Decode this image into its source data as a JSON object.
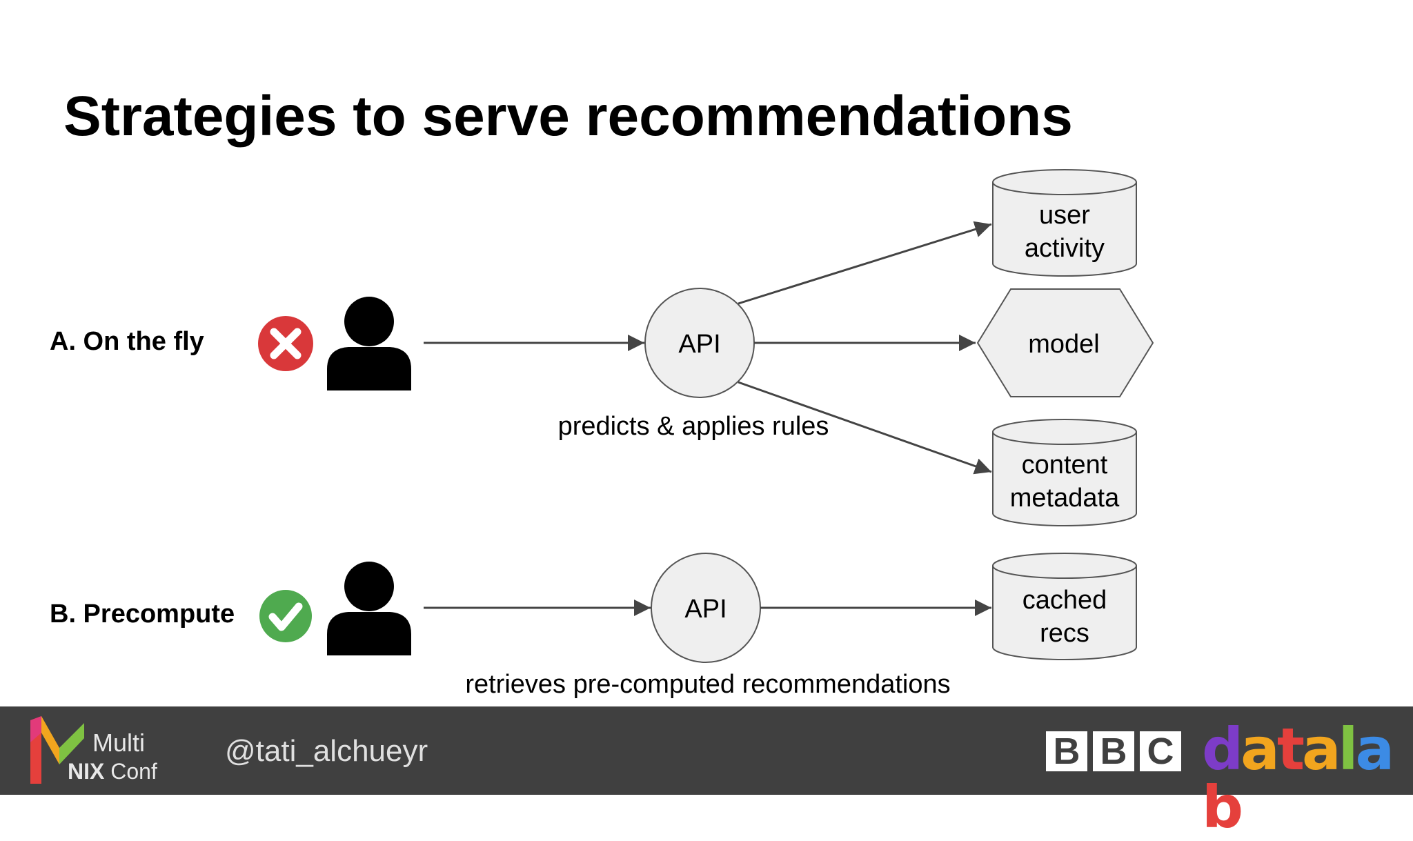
{
  "slide": {
    "title": "Strategies to serve recommendations"
  },
  "diagram": {
    "row_a": {
      "label": "A. On the fly",
      "status_icon": "cross-icon",
      "status_color": "#d9383a",
      "api_label": "API",
      "caption": "predicts & applies rules",
      "targets": [
        {
          "line1": "user",
          "line2": "activity",
          "shape": "cylinder"
        },
        {
          "line1": "model",
          "shape": "hexagon"
        },
        {
          "line1": "content",
          "line2": "metadata",
          "shape": "cylinder"
        }
      ]
    },
    "row_b": {
      "label": "B. Precompute",
      "status_icon": "check-icon",
      "status_color": "#4faa4f",
      "api_label": "API",
      "caption": "retrieves pre-computed recommendations",
      "target": {
        "line1": "cached",
        "line2": "recs",
        "shape": "cylinder"
      }
    }
  },
  "footer": {
    "conference_line1": "Multi",
    "conference_line2_bold": "NIX",
    "conference_line2": "Conf",
    "handle": "@tati_alchueyr",
    "bbc_letters": [
      "B",
      "B",
      "C"
    ],
    "datalab_letters": [
      "d",
      "a",
      "t",
      "a",
      "l",
      "a",
      "b"
    ],
    "datalab_colors": [
      "#7d3cc8",
      "#f2a51e",
      "#e5403c",
      "#f2a51e",
      "#7fc242",
      "#3c8be5",
      "#e5403c"
    ],
    "background_color": "#404040"
  }
}
